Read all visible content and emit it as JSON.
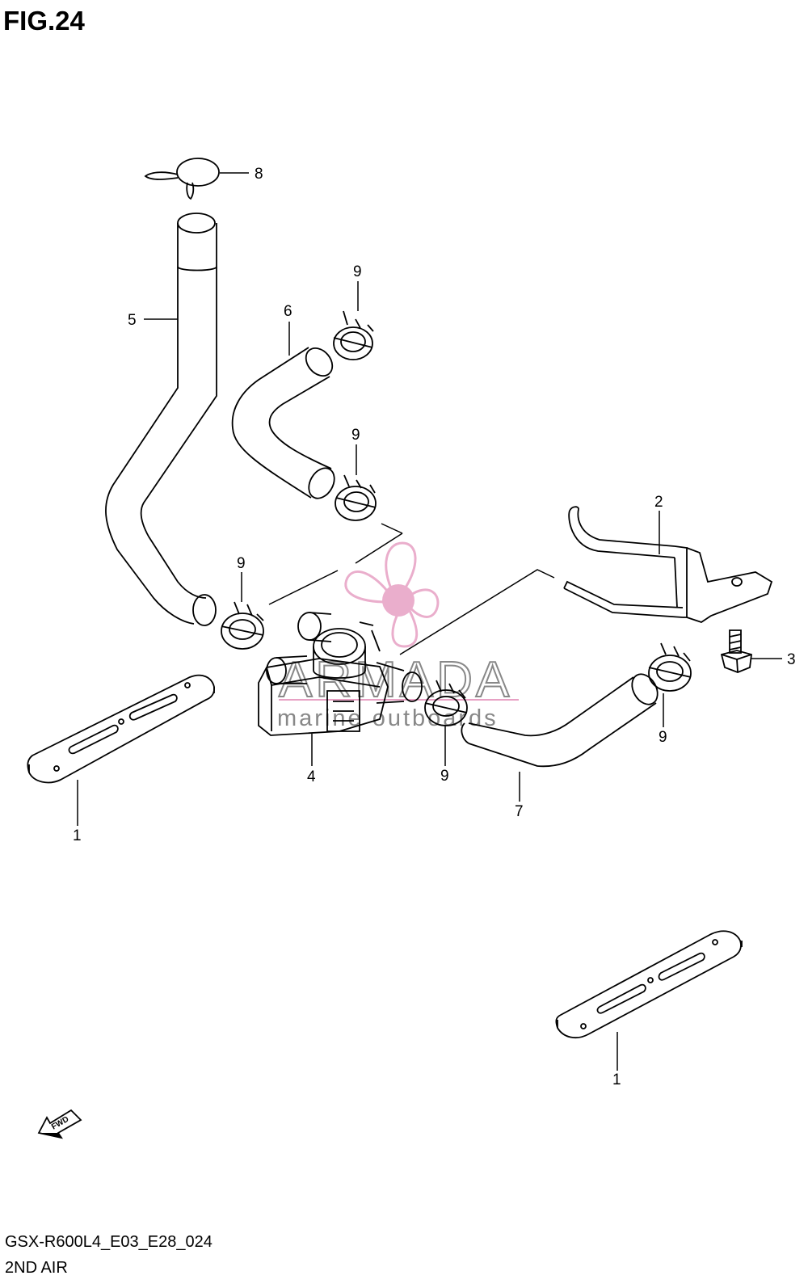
{
  "figure": {
    "title": "FIG.24",
    "code": "GSX-R600L4_E03_E28_024",
    "name": "2ND AIR"
  },
  "callouts": {
    "c1a": "1",
    "c1b": "1",
    "c2": "2",
    "c3": "3",
    "c4": "4",
    "c5": "5",
    "c6": "6",
    "c7": "7",
    "c8": "8",
    "c9a": "9",
    "c9b": "9",
    "c9c": "9",
    "c9d": "9",
    "c9e": "9"
  },
  "direction_arrow": {
    "label": "FWD"
  },
  "watermark": {
    "brand": "ARMADA",
    "tagline": "marine outboards",
    "logo_color": "#e7a1c4"
  }
}
